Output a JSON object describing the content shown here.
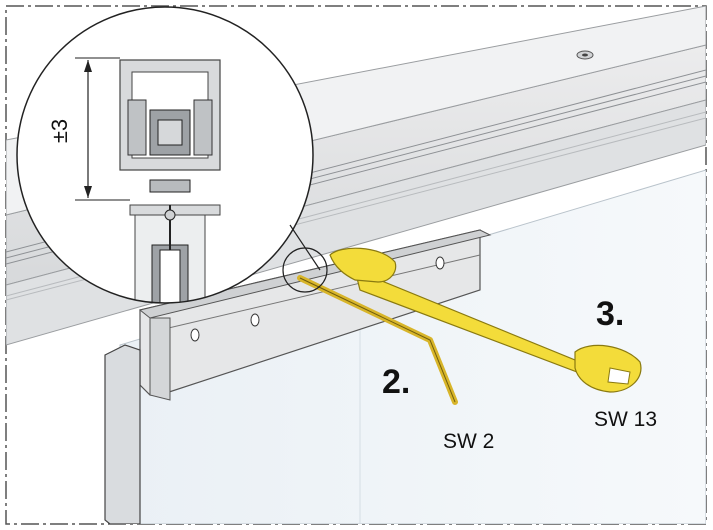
{
  "labels": {
    "step_2": "2.",
    "step_3": "3.",
    "tool_allen": "SW 2",
    "tool_wrench": "SW 13",
    "dimension": "±3"
  },
  "colors": {
    "frame_dash": "#555555",
    "rail_light": "#e3e4e5",
    "rail_mid": "#c9cbcd",
    "rail_shadow": "#a9acaf",
    "glass": "#eef3f7",
    "wrench": "#f3dc3a",
    "wrench_edge": "#8a7a10",
    "line": "#222222"
  }
}
